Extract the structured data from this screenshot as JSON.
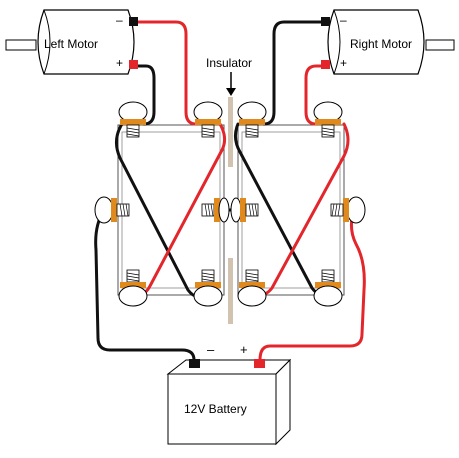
{
  "motors": {
    "left": {
      "name": "Left Motor",
      "neg_sign": "–",
      "pos_sign": "+"
    },
    "right": {
      "name": "Right Motor",
      "neg_sign": "–",
      "pos_sign": "+"
    }
  },
  "insulator": {
    "label": "Insulator"
  },
  "battery": {
    "label": "12V Battery",
    "neg_sign": "–",
    "pos_sign": "+"
  },
  "colors": {
    "positive_wire": "#e3262c",
    "negative_wire": "#111111",
    "terminal_band": "#e08a1e",
    "insulator": "#d2c3b0"
  }
}
